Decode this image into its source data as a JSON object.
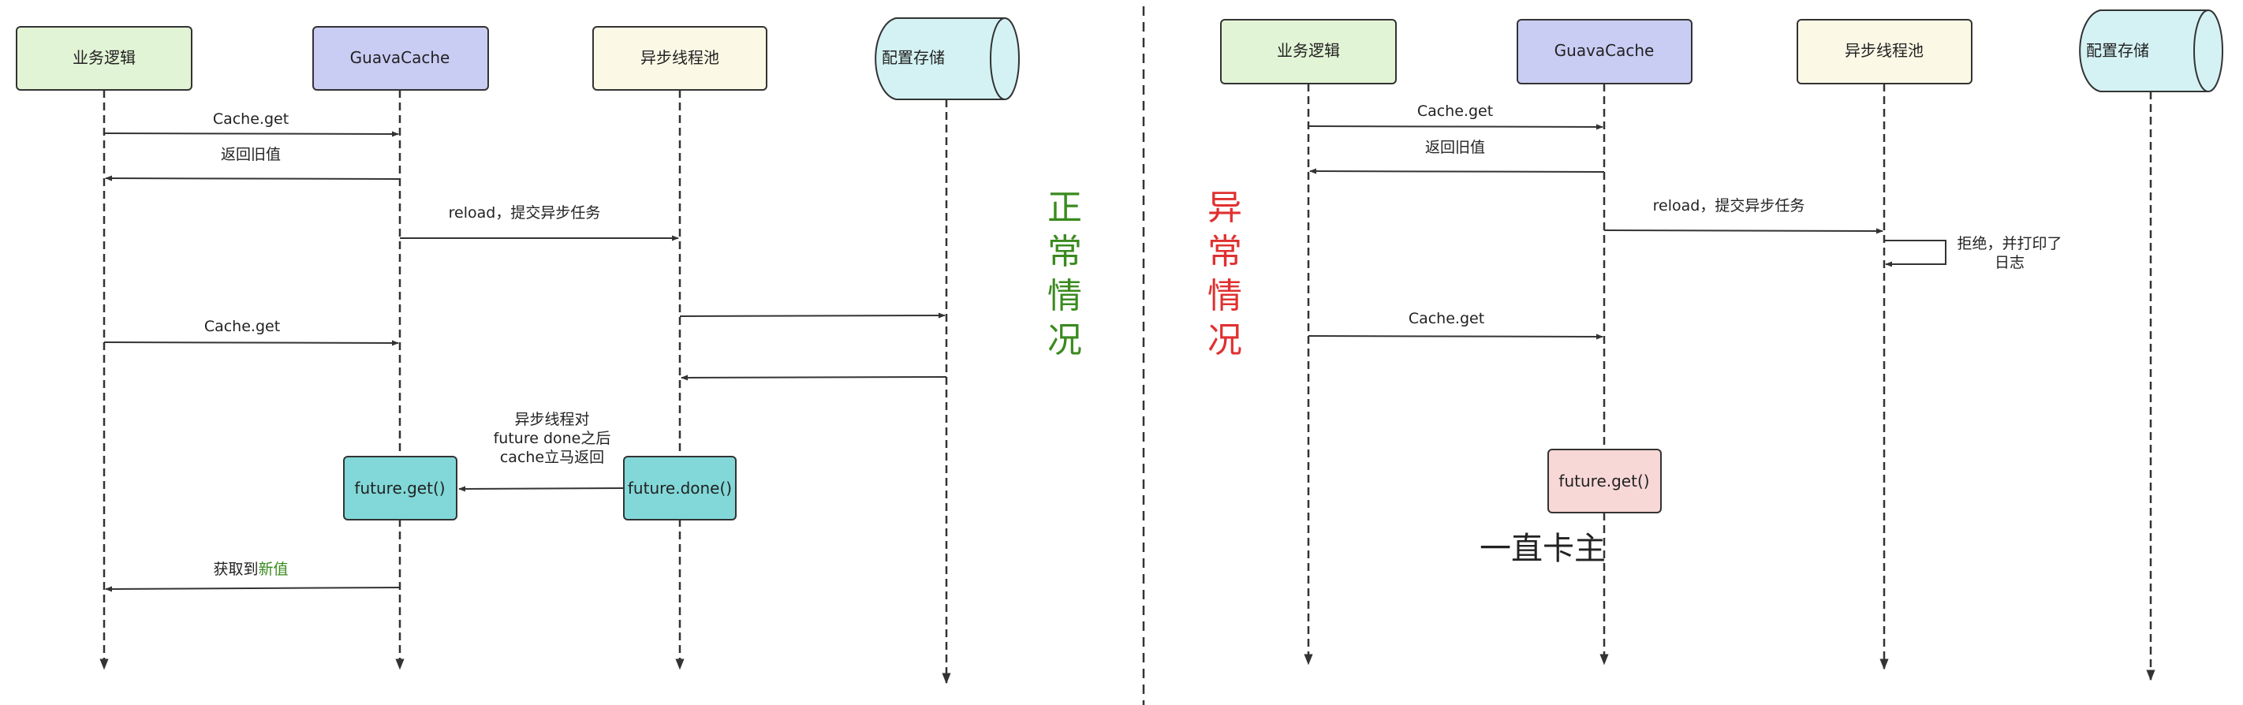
{
  "colors": {
    "logic": "#e2f4d6",
    "guava": "#c9cdf4",
    "pool": "#fbf8e6",
    "store": "#d4f2f4",
    "future_ok": "#82d8d8",
    "future_stuck": "#f8d7d7",
    "normal_text": "#3a8a1e",
    "abnormal_text": "#e03030",
    "new_value_text": "#3a8a1e"
  },
  "normal": {
    "participants": {
      "logic": "业务逻辑",
      "guava": "GuavaCache",
      "pool": "异步线程池",
      "store": "配置存储"
    },
    "messages": {
      "get1": "Cache.get",
      "return_old": "返回旧值",
      "reload": "reload，提交异步任务",
      "get2": "Cache.get",
      "note_line1": "异步线程对",
      "note_line2": "future done之后",
      "note_line3": "cache立马返回",
      "obtain_prefix": "获取到",
      "obtain_new": "新值"
    },
    "boxes": {
      "future_get": "future.get()",
      "future_done": "future.done()"
    },
    "label": [
      "正",
      "常",
      "情",
      "况"
    ]
  },
  "abnormal": {
    "participants": {
      "logic": "业务逻辑",
      "guava": "GuavaCache",
      "pool": "异步线程池",
      "store": "配置存储"
    },
    "messages": {
      "get1": "Cache.get",
      "return_old": "返回旧值",
      "reload": "reload，提交异步任务",
      "reject_line1": "拒绝，并打印了",
      "reject_line2": "日志",
      "get2": "Cache.get"
    },
    "boxes": {
      "future_get": "future.get()"
    },
    "stuck": "一直卡主",
    "label": [
      "异",
      "常",
      "情",
      "况"
    ]
  }
}
